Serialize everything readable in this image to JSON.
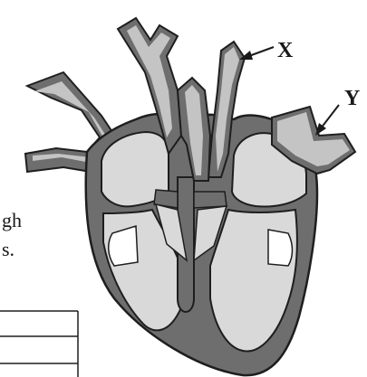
{
  "labels": {
    "x": "X",
    "y": "Y"
  },
  "text_fragments": {
    "line1": "gh",
    "line2": "s."
  },
  "colors": {
    "wall": "#6e6e6e",
    "outline": "#1e1e1e",
    "chamber": "#d9d9d9",
    "vessel": "#c4c4c4",
    "arrow": "#1a1a1a"
  }
}
